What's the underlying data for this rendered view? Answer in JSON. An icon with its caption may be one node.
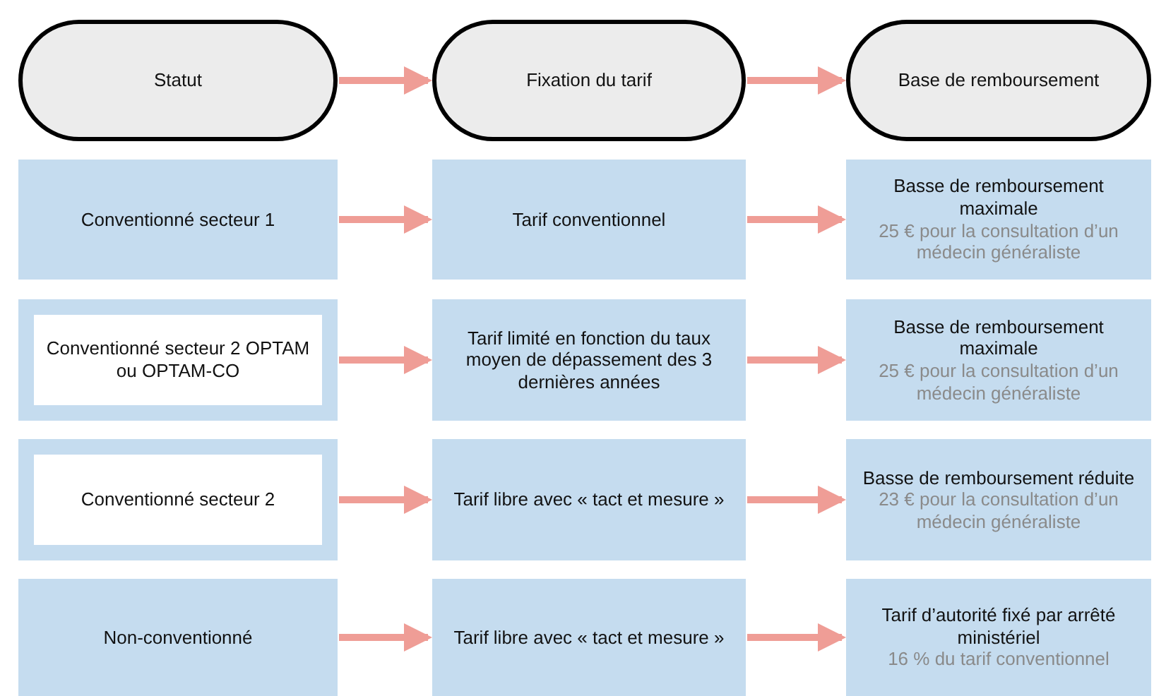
{
  "diagram": {
    "nodes": [
      {
        "text": [
          "Statut"
        ]
      },
      {
        "text": [
          "Fixation du tarif"
        ]
      },
      {
        "text": [
          "Base de remboursement"
        ]
      },
      {
        "text": [
          "Conventionné secteur 1"
        ]
      },
      {
        "text": [
          "Tarif conventionnel"
        ]
      },
      {
        "text": [
          "Basse de remboursement maximale",
          "25 € pour la consultation d’un médecin généraliste"
        ]
      },
      {
        "text": [
          "Conventionné secteur 2 OPTAM ou OPTAM-CO"
        ]
      },
      {
        "text": [
          "Tarif limité en fonction du taux moyen de dépassement des 3 dernières années"
        ]
      },
      {
        "text": [
          "Basse de remboursement maximale",
          "25 € pour la consultation d’un médecin généraliste"
        ]
      },
      {
        "text": [
          "Conventionné secteur 2"
        ]
      },
      {
        "text": [
          "Tarif libre avec « tact et mesure »"
        ]
      },
      {
        "text": [
          "Basse de remboursement réduite",
          "23 € pour la consultation d’un médecin généraliste"
        ]
      },
      {
        "text": [
          "Non-conventionné"
        ]
      },
      {
        "text": [
          "Tarif libre avec « tact et mesure »"
        ]
      },
      {
        "text": [
          "Tarif d’autorité fixé par arrêté ministériel",
          "16 % du tarif conventionnel"
        ]
      }
    ],
    "edges": [
      {
        "from": 0,
        "to": 1,
        "arrow": "to"
      },
      {
        "from": 1,
        "to": 2,
        "arrow": "to"
      },
      {
        "from": 3,
        "to": 4,
        "arrow": "to"
      },
      {
        "from": 4,
        "to": 5,
        "arrow": "to"
      },
      {
        "from": 6,
        "to": 7,
        "arrow": "to"
      },
      {
        "from": 7,
        "to": 8,
        "arrow": "to"
      },
      {
        "from": 9,
        "to": 10,
        "arrow": "to"
      },
      {
        "from": 10,
        "to": 11,
        "arrow": "to"
      },
      {
        "from": 12,
        "to": 13,
        "arrow": "to"
      },
      {
        "from": 13,
        "to": 14,
        "arrow": "to"
      }
    ]
  }
}
